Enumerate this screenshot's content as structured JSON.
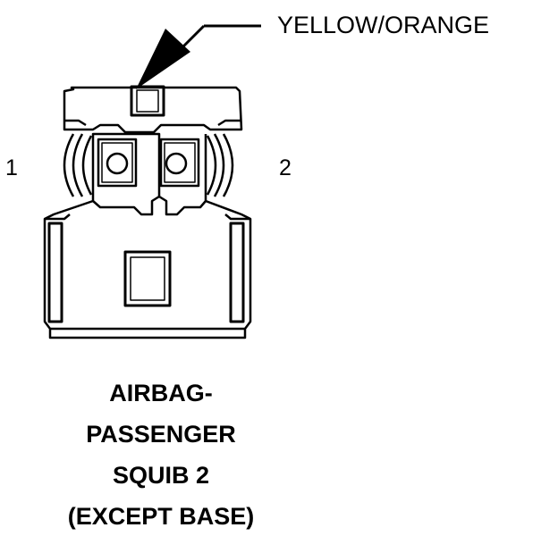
{
  "callout": {
    "wire_color": "YELLOW/ORANGE"
  },
  "pins": {
    "left": "1",
    "right": "2"
  },
  "caption": {
    "lines": [
      "AIRBAG-",
      "PASSENGER",
      "SQUIB 2",
      "(EXCEPT BASE)"
    ]
  }
}
